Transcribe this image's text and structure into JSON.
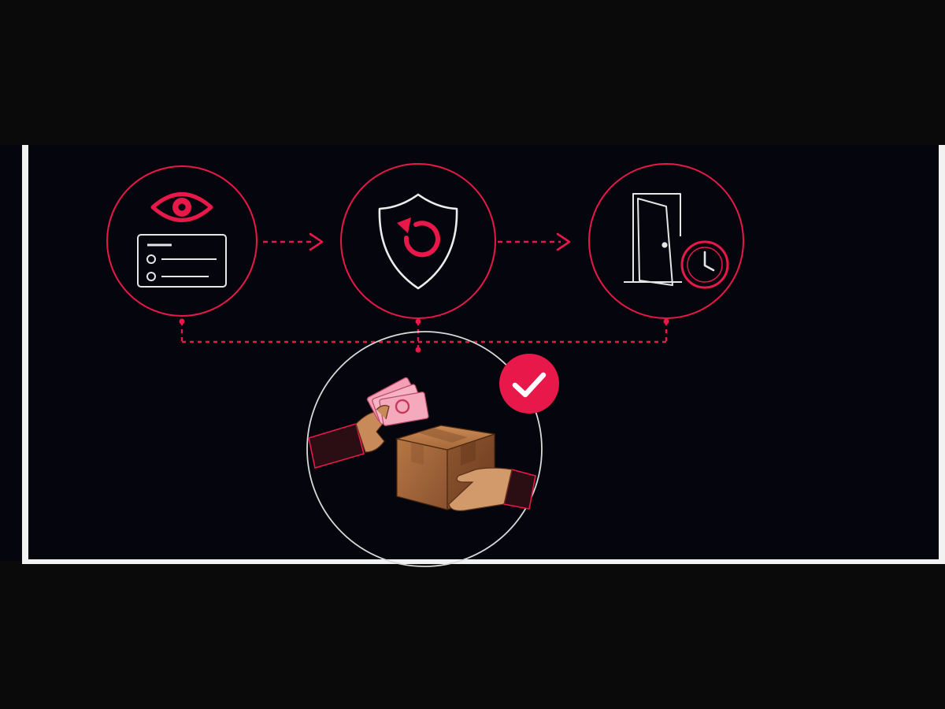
{
  "colors": {
    "letterbox": "#0a0a0a",
    "panel": "#05060d",
    "frame": "#f2f2f2",
    "accent": "#e8194a",
    "line": "#ececec",
    "box": "#a5673a",
    "box_dark": "#7a4624",
    "skin": "#c98a5a",
    "cash": "#f7a3b8"
  },
  "nodes": [
    {
      "name": "review-details-node",
      "icon": "eye-document-icon"
    },
    {
      "name": "return-protection-node",
      "icon": "shield-refresh-icon"
    },
    {
      "name": "doorstep-timing-node",
      "icon": "door-clock-icon"
    },
    {
      "name": "cash-on-delivery-node",
      "icon": "cash-handoff-icon"
    }
  ],
  "confirmation_badge": {
    "icon": "checkmark-icon"
  },
  "connectors": [
    "arrow-1-to-2",
    "arrow-2-to-3",
    "dashed-merge-to-delivery"
  ]
}
